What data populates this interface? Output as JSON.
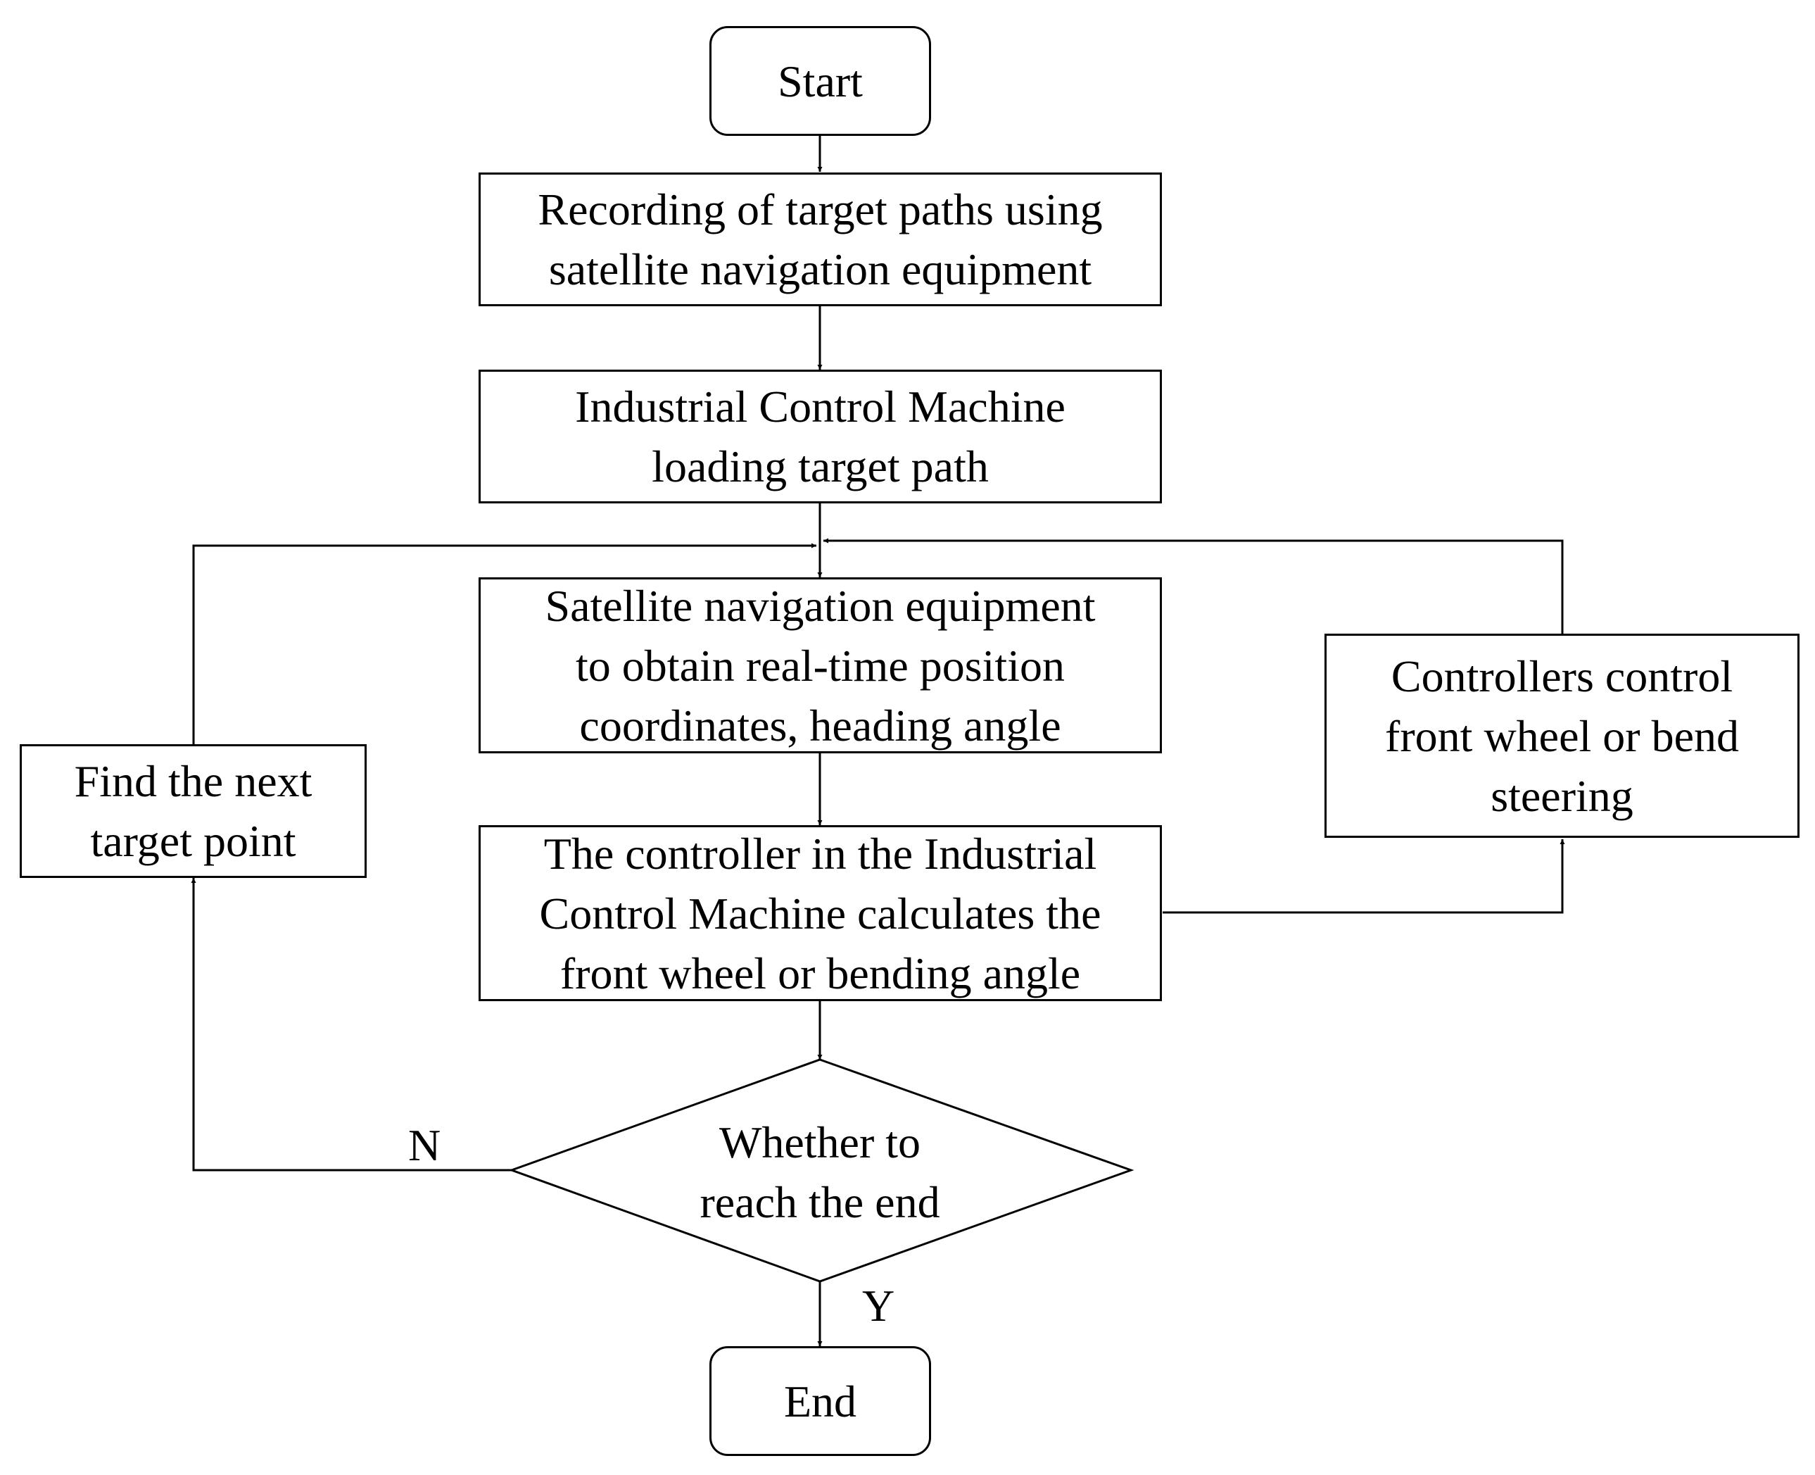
{
  "flowchart": {
    "start": "Start",
    "record": "Recording of target paths using\nsatellite navigation equipment",
    "load": "Industrial Control Machine\nloading target path",
    "obtain": "Satellite navigation equipment\nto obtain real-time position\ncoordinates, heading angle",
    "calculate": "The controller in the Industrial\nControl Machine calculates the\nfront wheel or bending angle",
    "decision": "Whether to\nreach the end",
    "find_next": "Find the next\ntarget point",
    "steering": "Controllers control\nfront wheel or bend\nsteering",
    "end": "End",
    "label_no": "N",
    "label_yes": "Y"
  },
  "colors": {
    "stroke": "#000000",
    "background": "#ffffff"
  }
}
